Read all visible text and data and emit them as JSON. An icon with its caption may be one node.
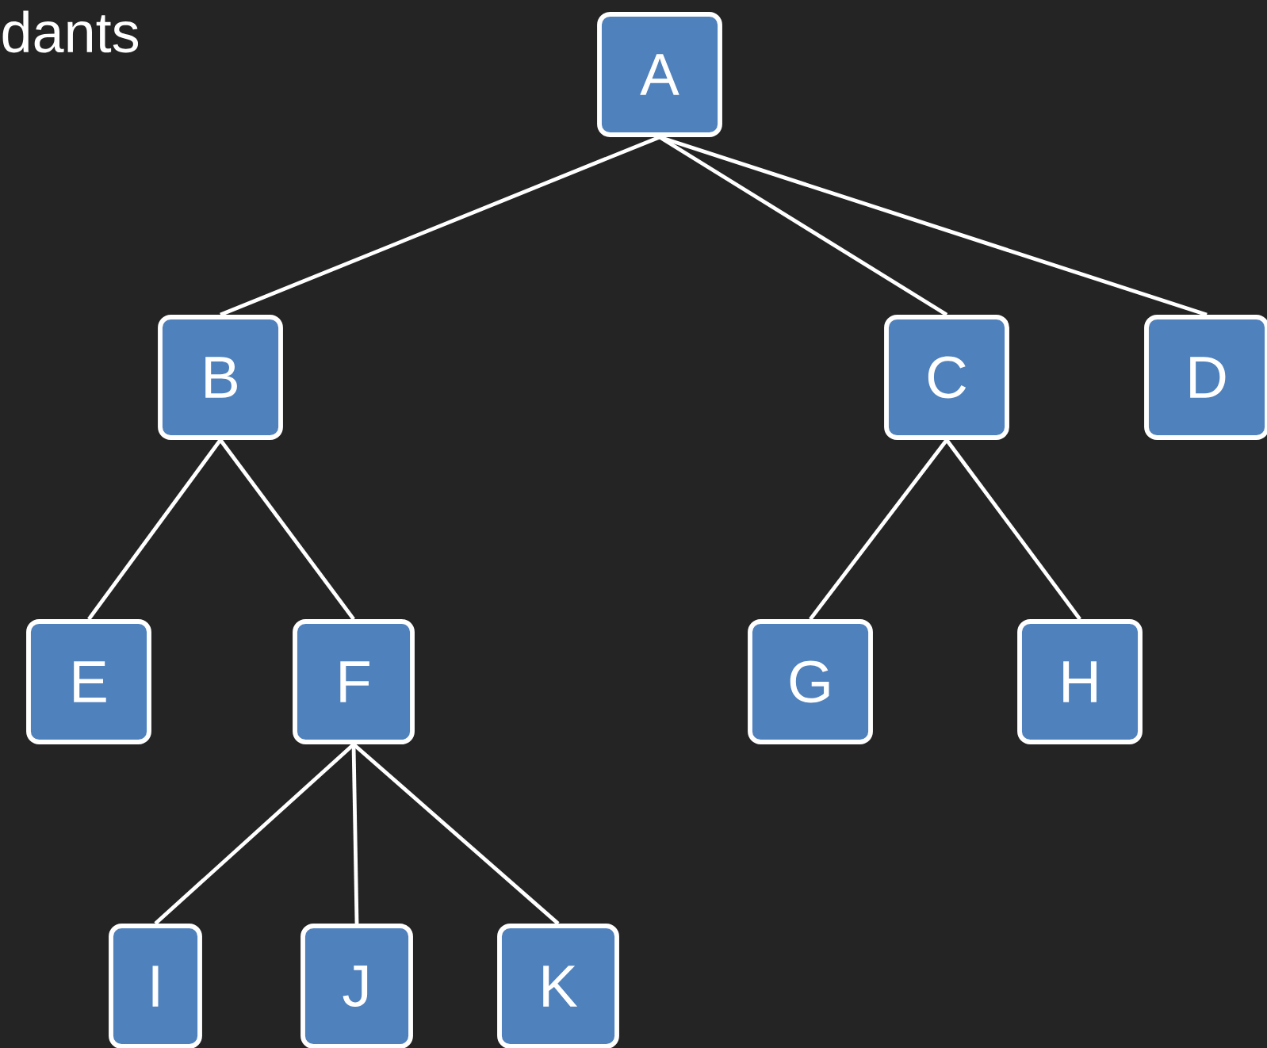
{
  "diagram": {
    "nodes": [
      {
        "text": [
          "A"
        ]
      },
      {
        "text": [
          "B"
        ]
      },
      {
        "text": [
          "C"
        ]
      },
      {
        "text": [
          "D"
        ]
      },
      {
        "text": [
          "E"
        ]
      },
      {
        "text": [
          "F"
        ]
      },
      {
        "text": [
          "G"
        ]
      },
      {
        "text": [
          "H"
        ]
      },
      {
        "text": [
          "I"
        ]
      },
      {
        "text": [
          "J"
        ]
      },
      {
        "text": [
          "K"
        ]
      }
    ],
    "edges": [
      {
        "from": 0,
        "to": 1,
        "arrow": "none"
      },
      {
        "from": 0,
        "to": 2,
        "arrow": "none"
      },
      {
        "from": 0,
        "to": 3,
        "arrow": "none"
      },
      {
        "from": 1,
        "to": 4,
        "arrow": "none"
      },
      {
        "from": 1,
        "to": 5,
        "arrow": "none"
      },
      {
        "from": 2,
        "to": 6,
        "arrow": "none"
      },
      {
        "from": 2,
        "to": 7,
        "arrow": "none"
      },
      {
        "from": 5,
        "to": 8,
        "arrow": "none"
      },
      {
        "from": 5,
        "to": 9,
        "arrow": "none"
      },
      {
        "from": 5,
        "to": 10,
        "arrow": "none"
      }
    ],
    "labels": [
      "dants"
    ]
  }
}
